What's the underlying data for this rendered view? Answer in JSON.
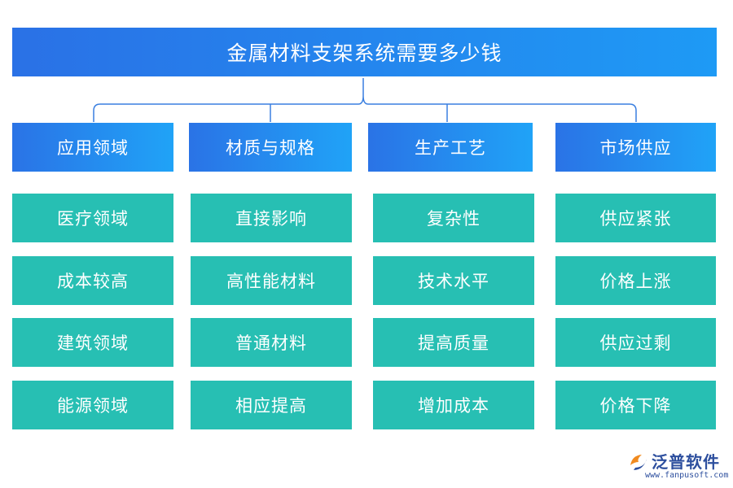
{
  "title": "金属材料支架系统需要多少钱",
  "categories": [
    {
      "label": "应用领域",
      "items": [
        "医疗领域",
        "成本较高",
        "建筑领域",
        "能源领域"
      ]
    },
    {
      "label": "材质与规格",
      "items": [
        "直接影响",
        "高性能材料",
        "普通材料",
        "相应提高"
      ]
    },
    {
      "label": "生产工艺",
      "items": [
        "复杂性",
        "技术水平",
        "提高质量",
        "增加成本"
      ]
    },
    {
      "label": "市场供应",
      "items": [
        "供应紧张",
        "价格上涨",
        "供应过剩",
        "价格下降"
      ]
    }
  ],
  "logo": {
    "name": "泛普软件",
    "url": "www.fanpusoft.com"
  },
  "colors": {
    "title_gradient": [
      "#2a71e6",
      "#1e9af5"
    ],
    "category_gradient": [
      "#2a73e6",
      "#20a3f7"
    ],
    "item": "#27bfb3",
    "connector": "#3a7fe0"
  }
}
